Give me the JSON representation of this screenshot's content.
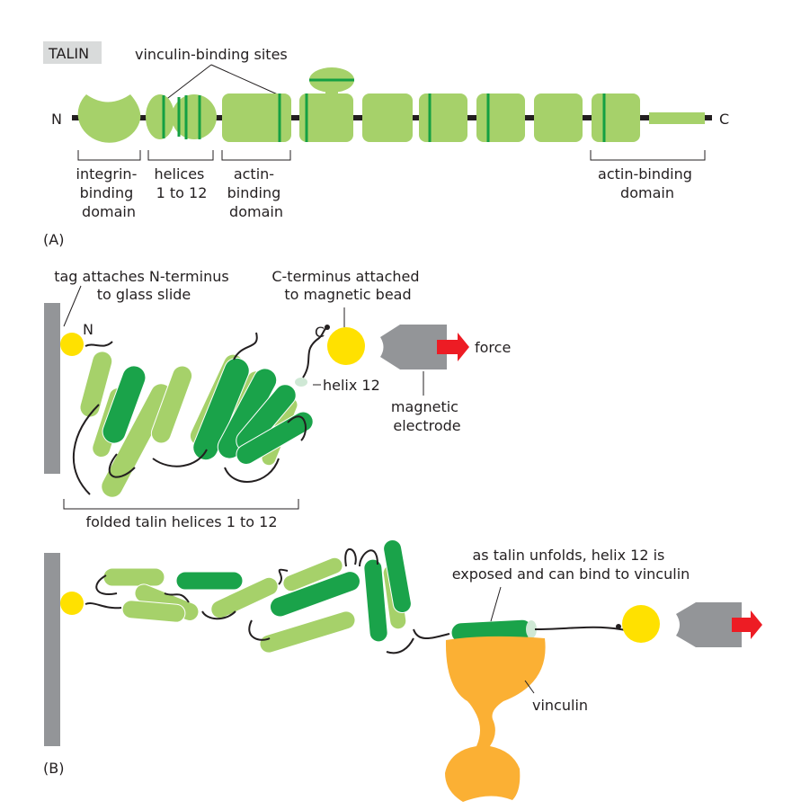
{
  "panel_a": {
    "panel_label": "(A)",
    "title_badge": "TALIN",
    "vinculin_sites_label": "vinculin-binding sites",
    "n_terminus": "N",
    "c_terminus": "C",
    "domain_labels": [
      {
        "lines": [
          "integrin-",
          "binding",
          "domain"
        ]
      },
      {
        "lines": [
          "helices",
          "1 to 12"
        ]
      },
      {
        "lines": [
          "actin-",
          "binding",
          "domain"
        ]
      },
      {
        "lines": [
          "actin-binding",
          "domain"
        ]
      }
    ]
  },
  "panel_b": {
    "panel_label": "(B)",
    "tag_label": [
      "tag attaches N-terminus",
      "to glass slide"
    ],
    "cterm_label": [
      "C-terminus attached",
      "to magnetic bead"
    ],
    "n_label": "N",
    "c_label": "C",
    "helix12_label": "helix 12",
    "force_label": "force",
    "electrode_label": [
      "magnetic",
      "electrode"
    ],
    "folded_label": "folded talin helices 1 to 12",
    "unfold_label": [
      "as talin unfolds, helix 12 is",
      "exposed and can bind to vinculin"
    ],
    "vinculin_label": "vinculin"
  },
  "colors": {
    "light_green": "#a6d16a",
    "dark_green": "#1aa34a",
    "stripe_green": "#14a043",
    "yellow": "#ffe100",
    "gray": "#939598",
    "red": "#ed1c24",
    "orange": "#fbb034",
    "badge_bg": "#d9dbdb"
  }
}
